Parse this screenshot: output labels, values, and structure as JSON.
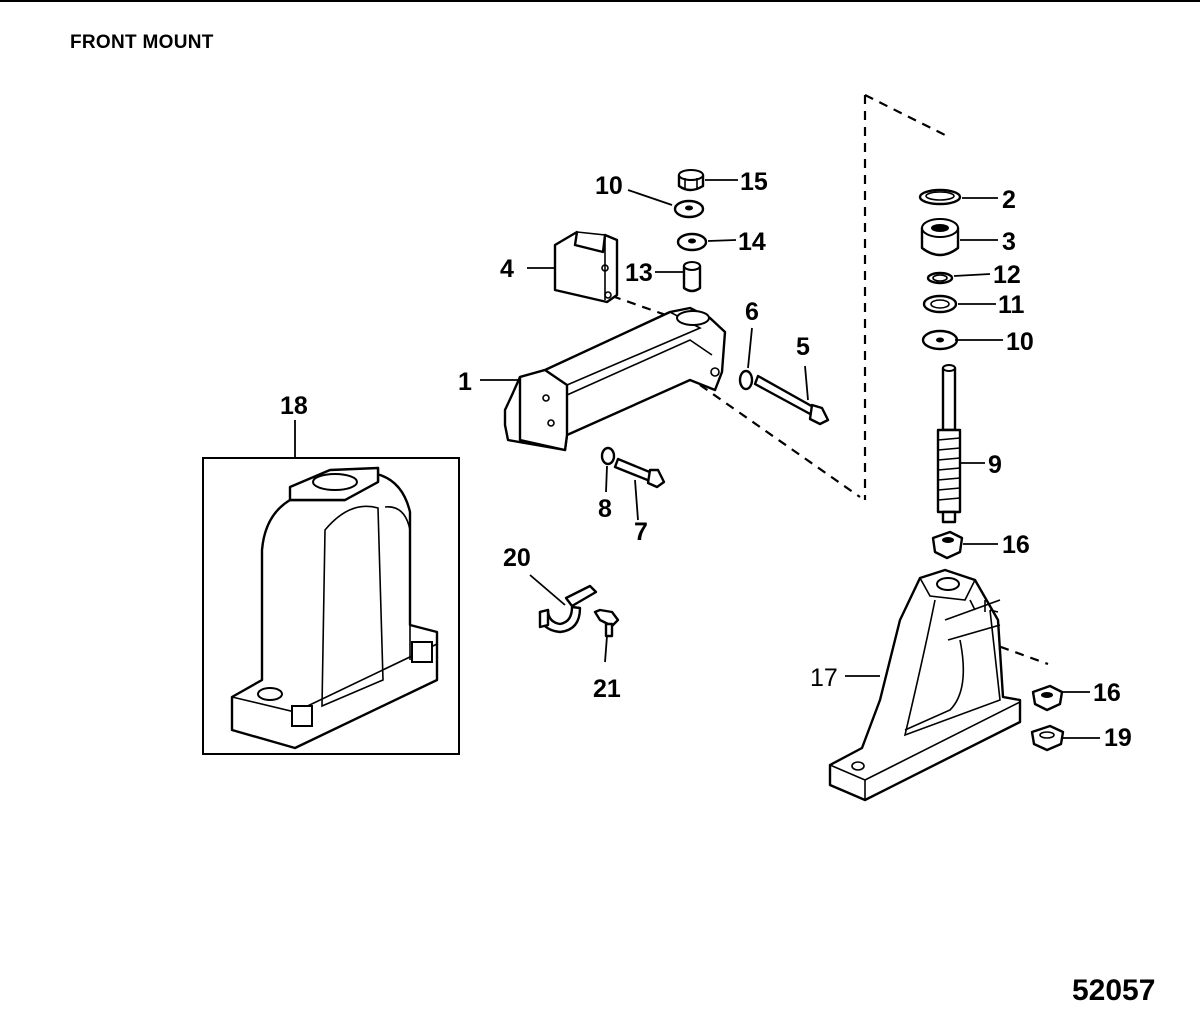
{
  "title": "FRONT MOUNT",
  "figure_number": "52057",
  "callouts": {
    "c1": "1",
    "c2": "2",
    "c3": "3",
    "c4": "4",
    "c5": "5",
    "c6": "6",
    "c7": "7",
    "c8": "8",
    "c9": "9",
    "c10a": "10",
    "c10b": "10",
    "c11": "11",
    "c12": "12",
    "c13": "13",
    "c14": "14",
    "c15": "15",
    "c16a": "16",
    "c16b": "16",
    "c17": "17",
    "c18": "18",
    "c19": "19",
    "c20": "20",
    "c21": "21"
  }
}
